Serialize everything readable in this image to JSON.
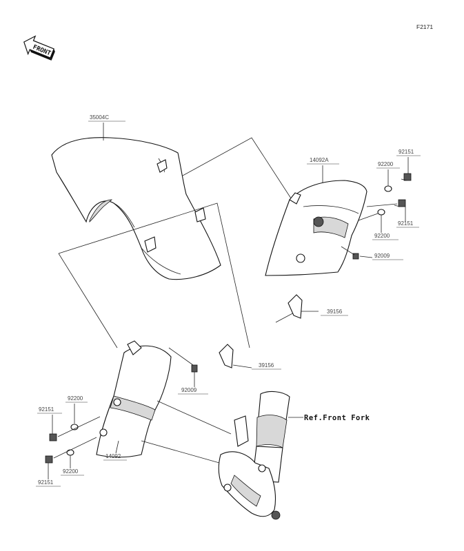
{
  "figure_code": "F2171",
  "front_arrow_label": "FRONT",
  "reference_label": "Ref.Front Fork",
  "callouts": [
    {
      "id": "35004C"
    },
    {
      "id": "14092A"
    },
    {
      "id": "92151"
    },
    {
      "id": "92200"
    },
    {
      "id": "92151"
    },
    {
      "id": "92200"
    },
    {
      "id": "92009"
    },
    {
      "id": "39156"
    },
    {
      "id": "39156"
    },
    {
      "id": "92009"
    },
    {
      "id": "92200"
    },
    {
      "id": "92151"
    },
    {
      "id": "14092"
    },
    {
      "id": "92200"
    },
    {
      "id": "92151"
    }
  ]
}
